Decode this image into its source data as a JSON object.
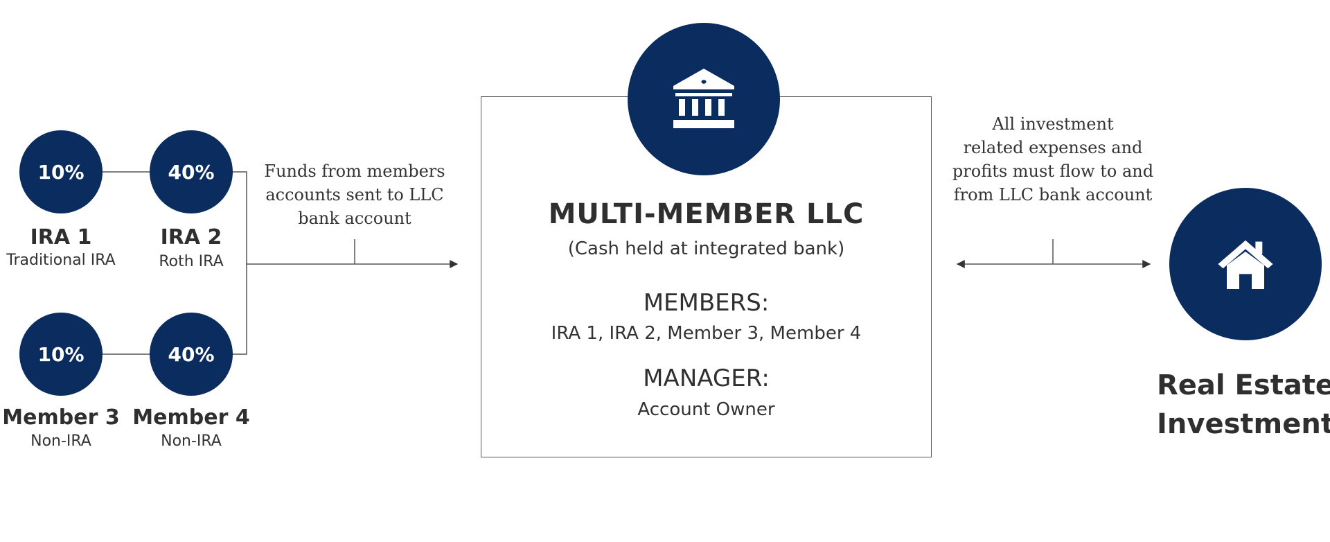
{
  "members": [
    {
      "percent": "10%",
      "name": "IRA 1",
      "type": "Traditional IRA"
    },
    {
      "percent": "40%",
      "name": "IRA 2",
      "type": "Roth IRA"
    },
    {
      "percent": "10%",
      "name": "Member 3",
      "type": "Non-IRA"
    },
    {
      "percent": "40%",
      "name": "Member 4",
      "type": "Non-IRA"
    }
  ],
  "flow_left_note": [
    "Funds from members",
    "accounts sent to LLC",
    "bank account"
  ],
  "llc": {
    "title": "MULTI-MEMBER LLC",
    "subtitle": "(Cash held at integrated bank)",
    "members_heading": "MEMBERS:",
    "members_list": "IRA 1, IRA 2, Member 3, Member 4",
    "manager_heading": "MANAGER:",
    "manager_value": "Account Owner",
    "icon": "bank-icon"
  },
  "flow_right_note": [
    "All investment",
    "related expenses and",
    "profits must flow to and",
    "from LLC bank account"
  ],
  "investment": {
    "label_line1": "Real Estate",
    "label_line2": "Investment",
    "icon": "house-icon"
  },
  "colors": {
    "navy": "#0b2c5e",
    "line": "#555555",
    "text": "#333333"
  }
}
